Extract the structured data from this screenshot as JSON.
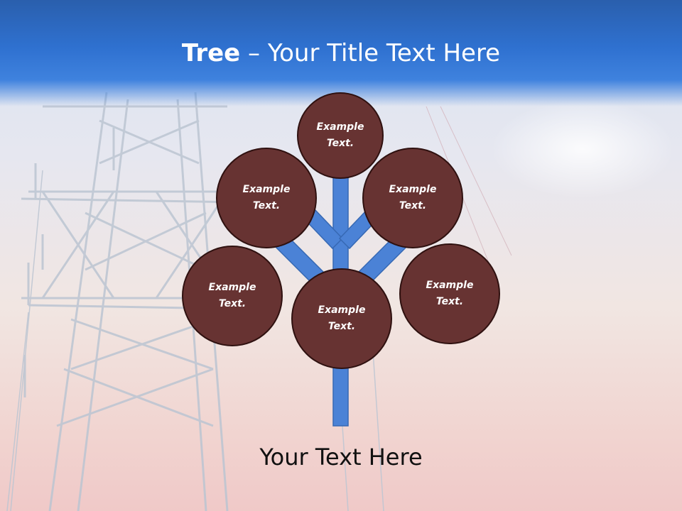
{
  "title": {
    "bold": "Tree",
    "rest": " – Your Title Text Here"
  },
  "nodes": [
    "Example\nText.",
    "Example\nText.",
    "Example\nText.",
    "Example\nText.",
    "Example\nText.",
    "Example\nText."
  ],
  "footer": "Your Text Here",
  "colors": {
    "header": "#2f71d0",
    "node_fill": "#673332",
    "node_border": "#2f1110",
    "trunk": "#4b82d6"
  }
}
